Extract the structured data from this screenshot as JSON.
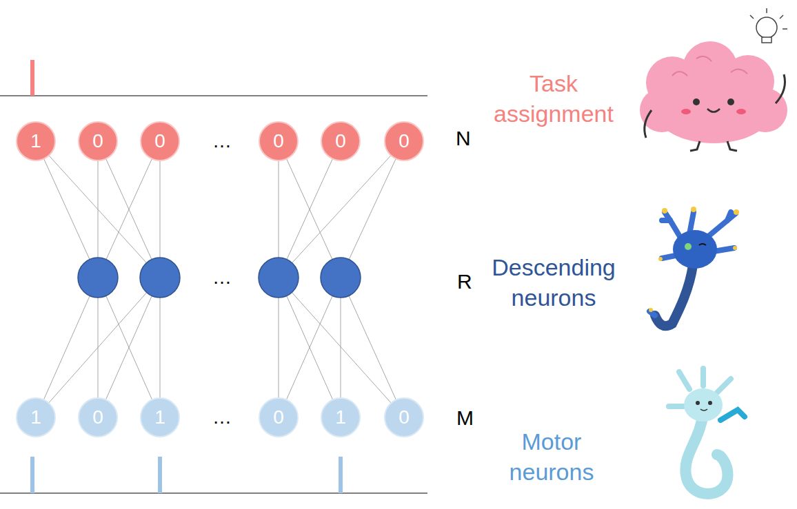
{
  "diagram": {
    "nodes": [
      {
        "text": [
          "1"
        ]
      },
      {
        "text": [
          "0"
        ]
      },
      {
        "text": [
          "0"
        ]
      },
      {
        "text": [
          "0"
        ]
      },
      {
        "text": [
          "0"
        ]
      },
      {
        "text": [
          "0"
        ]
      },
      {
        "text": [
          "1"
        ]
      },
      {
        "text": [
          "0"
        ]
      },
      {
        "text": [
          "1"
        ]
      },
      {
        "text": [
          "0"
        ]
      },
      {
        "text": [
          "1"
        ]
      },
      {
        "text": [
          "0"
        ]
      }
    ],
    "labels": [
      "…",
      "…",
      "…",
      "N",
      "R",
      "M",
      "Task assignment",
      "Descending neurons",
      "Motor neurons"
    ]
  }
}
